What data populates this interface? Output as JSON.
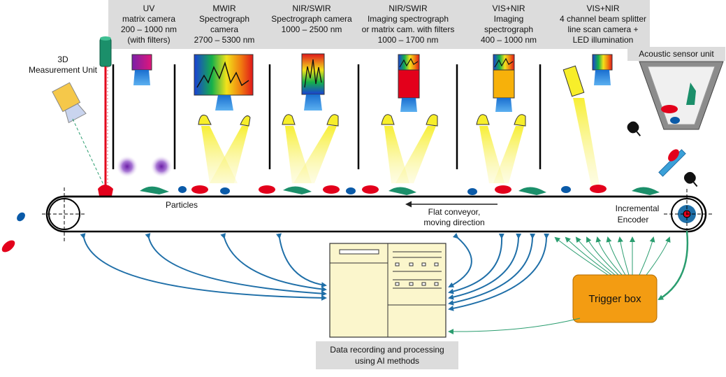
{
  "sensors": [
    {
      "lines": [
        "UV",
        "matrix camera",
        "200 – 1000 nm",
        "(with filters)"
      ]
    },
    {
      "lines": [
        "MWIR",
        "Spectrograph",
        "camera",
        "2700 – 5300 nm"
      ]
    },
    {
      "lines": [
        "NIR/SWIR",
        "Spectrograph camera",
        "1000 – 2500 nm"
      ]
    },
    {
      "lines": [
        "NIR/SWIR",
        "Imaging spectrograph",
        "or matrix cam. with filters",
        "1000 – 1700 nm"
      ]
    },
    {
      "lines": [
        "VIS+NIR",
        "Imaging",
        "spectrograph",
        "400 – 1000 nm"
      ]
    },
    {
      "lines": [
        "VIS+NIR",
        "4 channel beam splitter",
        "line scan camera +",
        "LED illumination"
      ]
    }
  ],
  "measurement_unit": [
    "3D",
    "Measurement Unit"
  ],
  "acoustic_label": "Acoustic sensor unit",
  "particles_label": "Particles",
  "conveyor_label": [
    "Flat conveyor,",
    "moving direction"
  ],
  "encoder_label": [
    "Incremental",
    "Encoder"
  ],
  "trigger_label": "Trigger box",
  "processing_label": [
    "Data recording and processing",
    "using AI methods"
  ],
  "colors": {
    "arrow_blue": "#1f6fa8",
    "arrow_green": "#2a9d6f",
    "trigger_fill": "#f39c12",
    "computer_fill": "#fbf6cc",
    "label_bg": "#dcdcdc",
    "particle_red": "#e3001b",
    "particle_blue": "#0a5aa8",
    "particle_green": "#1b8f6a"
  }
}
